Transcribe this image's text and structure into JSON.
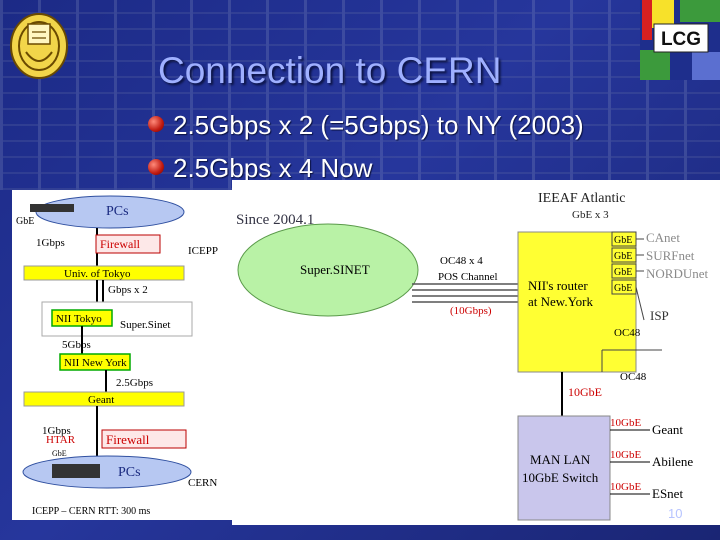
{
  "slide": {
    "title": "Connection to CERN",
    "bullets": [
      "2.5Gbps x 2 (=5Gbps) to NY (2003)",
      "2.5Gbps x 4 Now"
    ],
    "page_number": "10"
  },
  "logos": {
    "right_label": "LCG"
  },
  "left_diagram": {
    "labels": {
      "gbe_top": "GbE",
      "pcs_top": "PCs",
      "link_1gbps_top": "1Gbps",
      "firewall_top": "Firewall",
      "icepp": "ICEPP",
      "univ_tokyo": "Univ. of Tokyo",
      "gbps_x2": "Gbps x 2",
      "nii_tokyo": "NII Tokyo",
      "super_sinet": "Super.Sinet",
      "link_5gbps": "5Gbps",
      "nii_newyork": "NII New York",
      "link_25gbps": "2.5Gbps",
      "geant": "Geant",
      "link_1gbps_bottom": "1Gbps",
      "htar": "HTAR",
      "gbe_bottom": "GbE",
      "firewall_bottom": "Firewall",
      "pcs_bottom": "PCs",
      "cern": "CERN",
      "rtt_note": "ICEPP – CERN  RTT: 300 ms"
    }
  },
  "right_diagram": {
    "labels": {
      "since": "Since 2004.1",
      "ieeaf": "IEEAF Atlantic",
      "gbe_x3": "GbE x 3",
      "super_sinet": "Super.SINET",
      "oc48_x4": "OC48 x 4",
      "pos_channel": "POS Channel",
      "bandwidth": "(10Gbps)",
      "router_line1": "NII's router",
      "router_line2": "at New.York",
      "gbe": "GbE",
      "canet": "CAnet",
      "surfnet": "SURFnet",
      "nordunet": "NORDUnet",
      "isp": "ISP",
      "oc48": "OC48",
      "oc48_2": "OC48",
      "tengbe": "10GbE",
      "manlan_line1": "MAN LAN",
      "manlan_line2": "10GbE Switch",
      "geant": "Geant",
      "abilene": "Abilene",
      "esnet": "ESnet"
    }
  },
  "colors": {
    "accent_yellow": "#ffff00",
    "router_yellow": "#ffff33",
    "cloud_green": "#b9f2a6",
    "manlan_lavender": "#c9c6ec",
    "red_text": "#cc0000",
    "title_blue": "#9fb0ff"
  }
}
